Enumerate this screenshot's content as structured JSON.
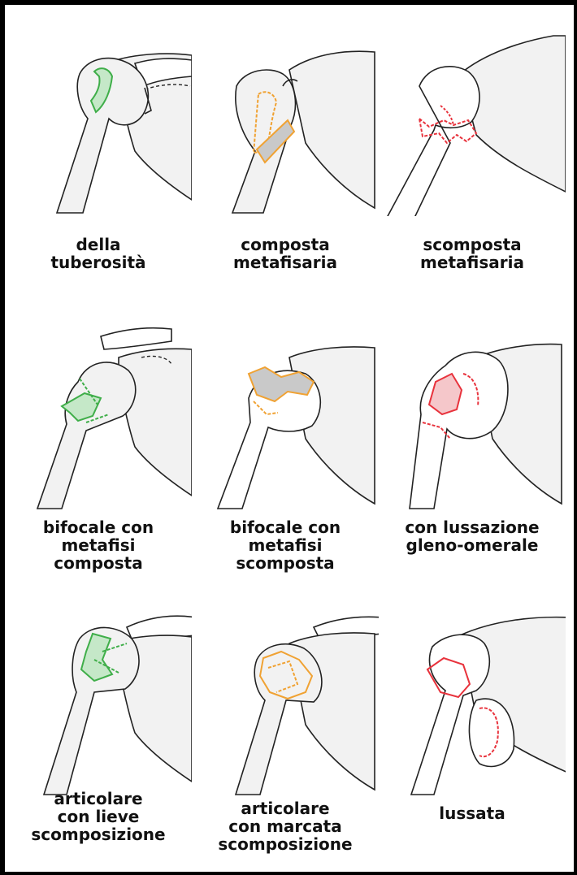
{
  "colors": {
    "green": "#3fae49",
    "orange": "#f0a233",
    "red": "#e8323c",
    "bone_fill": "#f2f2f2",
    "stroke": "#222222",
    "fracture_fill": "#c9c9c9"
  },
  "figures": [
    {
      "id": "della-tuberosita",
      "caption": [
        "della",
        "tuberosità"
      ],
      "accent": "green"
    },
    {
      "id": "composta-metafisaria",
      "caption": [
        "composta",
        "metafisaria"
      ],
      "accent": "orange"
    },
    {
      "id": "scomposta-metafisaria",
      "caption": [
        "scomposta",
        "metafisaria"
      ],
      "accent": "red"
    },
    {
      "id": "bifocale-composta",
      "caption": [
        "bifocale con",
        "metafisi",
        "composta"
      ],
      "accent": "green"
    },
    {
      "id": "bifocale-scomposta",
      "caption": [
        "bifocale con",
        "metafisi",
        "scomposta"
      ],
      "accent": "orange"
    },
    {
      "id": "lussazione-gleno-omerale",
      "caption": [
        "con lussazione",
        "gleno-omerale"
      ],
      "accent": "red"
    },
    {
      "id": "articolare-lieve",
      "caption": [
        "articolare",
        "con lieve",
        "scomposizione"
      ],
      "accent": "green"
    },
    {
      "id": "articolare-marcata",
      "caption": [
        "articolare",
        "con marcata",
        "scomposizione"
      ],
      "accent": "orange"
    },
    {
      "id": "lussata",
      "caption": [
        "lussata"
      ],
      "accent": "red"
    }
  ]
}
